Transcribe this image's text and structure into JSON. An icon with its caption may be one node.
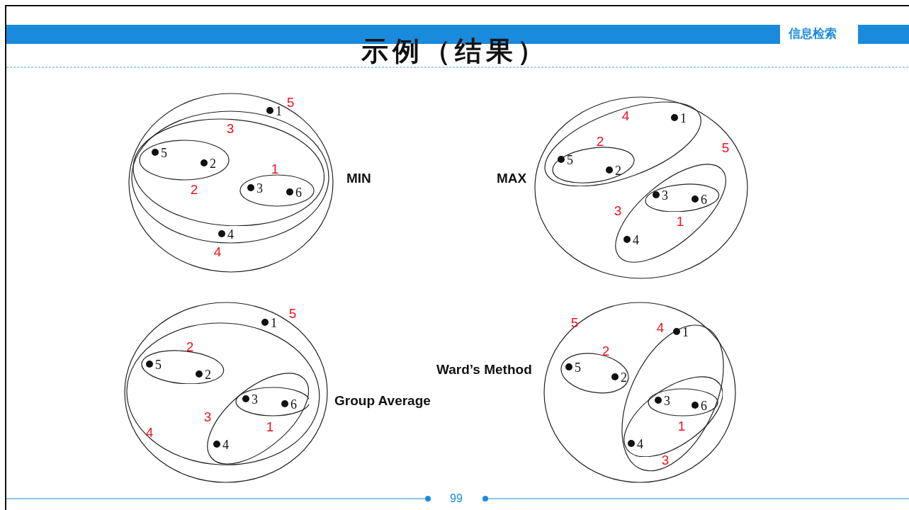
{
  "diagram": {
    "title": "示例（结果）",
    "nodes": [
      {
        "text": [],
        "shape": "ellipse",
        "beside": [
          "5"
        ]
      },
      {
        "text": [
          "1"
        ],
        "in": 0
      },
      {
        "text": [],
        "shape": "ellipse",
        "in": 0,
        "beside": [
          "4"
        ]
      },
      {
        "text": [
          "4"
        ],
        "in": 2
      },
      {
        "text": [],
        "shape": "ellipse",
        "in": 2,
        "beside": [
          "3"
        ]
      },
      {
        "text": [],
        "shape": "ellipse",
        "in": 4,
        "beside": [
          "2"
        ]
      },
      {
        "text": [
          "5"
        ],
        "in": 5
      },
      {
        "text": [
          "2"
        ],
        "in": 5
      },
      {
        "text": [],
        "shape": "ellipse",
        "in": 4,
        "beside": [
          "1"
        ]
      },
      {
        "text": [
          "3"
        ],
        "in": 8
      },
      {
        "text": [
          "6"
        ],
        "in": 8
      },
      {
        "text": [],
        "shape": "ellipse",
        "beside": [
          "5"
        ]
      },
      {
        "text": [],
        "shape": "ellipse",
        "in": 11,
        "beside": [
          "4"
        ]
      },
      {
        "text": [
          "1"
        ],
        "in": 12
      },
      {
        "text": [],
        "shape": "ellipse",
        "in": 12,
        "beside": [
          "2"
        ]
      },
      {
        "text": [
          "5"
        ],
        "in": 14
      },
      {
        "text": [
          "2"
        ],
        "in": 14
      },
      {
        "text": [],
        "shape": "ellipse",
        "in": 11,
        "beside": [
          "3"
        ]
      },
      {
        "text": [],
        "shape": "ellipse",
        "in": 17,
        "beside": [
          "1"
        ]
      },
      {
        "text": [
          "3"
        ],
        "in": 18
      },
      {
        "text": [
          "6"
        ],
        "in": 18
      },
      {
        "text": [
          "4"
        ],
        "in": 17
      },
      {
        "text": [],
        "shape": "ellipse",
        "beside": [
          "5"
        ]
      },
      {
        "text": [
          "1"
        ],
        "in": 22
      },
      {
        "text": [],
        "shape": "ellipse",
        "in": 22,
        "beside": [
          "4"
        ]
      },
      {
        "text": [],
        "shape": "ellipse",
        "in": 24,
        "beside": [
          "2"
        ]
      },
      {
        "text": [
          "5"
        ],
        "in": 25
      },
      {
        "text": [
          "2"
        ],
        "in": 25
      },
      {
        "text": [],
        "shape": "ellipse",
        "in": 24,
        "beside": [
          "3"
        ]
      },
      {
        "text": [],
        "shape": "ellipse",
        "in": 28,
        "beside": [
          "1"
        ]
      },
      {
        "text": [
          "3"
        ],
        "in": 29
      },
      {
        "text": [
          "6"
        ],
        "in": 29
      },
      {
        "text": [
          "4"
        ],
        "in": 28
      },
      {
        "text": [],
        "shape": "ellipse",
        "beside": [
          "5"
        ]
      },
      {
        "text": [],
        "shape": "ellipse",
        "in": 33,
        "beside": [
          "2"
        ]
      },
      {
        "text": [
          "5"
        ],
        "in": 34
      },
      {
        "text": [
          "2"
        ],
        "in": 34
      },
      {
        "text": [],
        "shape": "ellipse",
        "in": 33,
        "beside": [
          "4"
        ]
      },
      {
        "text": [
          "1"
        ],
        "in": 37
      },
      {
        "text": [],
        "shape": "ellipse",
        "in": 37,
        "beside": [
          "3"
        ]
      },
      {
        "text": [],
        "shape": "ellipse",
        "in": 39,
        "beside": [
          "1"
        ]
      },
      {
        "text": [
          "3"
        ],
        "in": 40
      },
      {
        "text": [
          "6"
        ],
        "in": 40
      },
      {
        "text": [
          "4"
        ],
        "in": 39
      }
    ],
    "labels": [
      "信息检索",
      "MIN",
      "MAX",
      "Group Average",
      "Ward’s Method",
      "99"
    ]
  }
}
